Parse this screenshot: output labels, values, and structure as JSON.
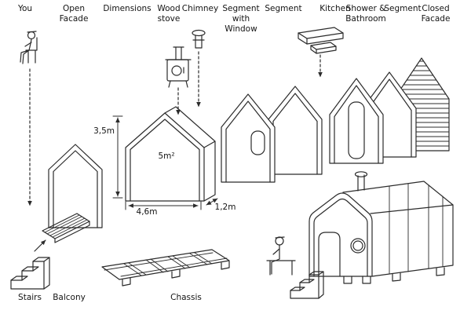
{
  "component_labels": {
    "you": "You",
    "open_facade": "Open Facade",
    "dimensions": "Dimensions",
    "wood_stove": "Wood stove",
    "chimney": "Chimney",
    "segment_with_window": "Segment with Window",
    "segment_a": "Segment",
    "kitchen": "Kitchen",
    "shower_bathroom": "Shower & Bathroom",
    "segment_b": "Segment",
    "closed_facade": "Closed Facade",
    "stairs": "Stairs",
    "balcony": "Balcony",
    "chassis": "Chassis"
  },
  "measurements": {
    "height": "3,5m",
    "floor_area": "5m²",
    "width": "4,6m",
    "segment_depth": "1,2m"
  },
  "colors": {
    "ink": "#2b2b2b",
    "background": "#ffffff"
  }
}
